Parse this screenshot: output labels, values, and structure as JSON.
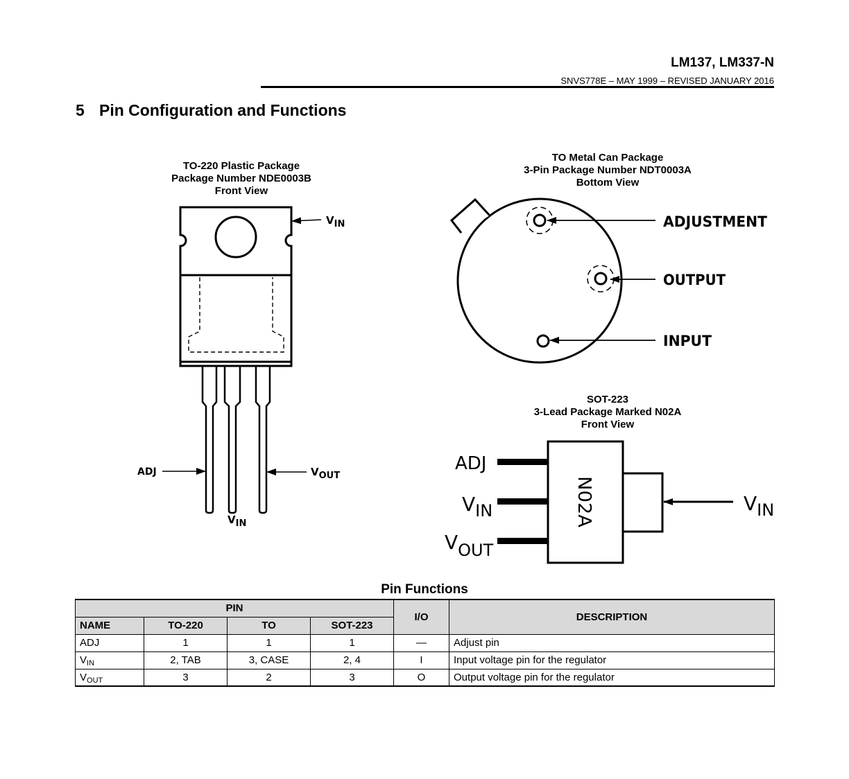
{
  "header": {
    "title": "LM137, LM337-N",
    "subtitle": "SNVS778E – MAY 1999 – REVISED JANUARY 2016"
  },
  "section": {
    "number": "5",
    "title": "Pin Configuration and Functions"
  },
  "to220": {
    "caption": [
      "TO-220 Plastic Package",
      "Package Number NDE0003B",
      "Front View"
    ],
    "labels": {
      "vin_tab": "V",
      "vin_tab_sub": "IN",
      "adj": "ADJ",
      "vout": "V",
      "vout_sub": "OUT",
      "vin_pin": "V",
      "vin_pin_sub": "IN"
    }
  },
  "to_can": {
    "caption": [
      "TO Metal Can Package",
      "3-Pin Package Number NDT0003A",
      "Bottom View"
    ],
    "labels": {
      "adjustment": "ADJUSTMENT",
      "output": "OUTPUT",
      "input": "INPUT"
    }
  },
  "sot223": {
    "caption": [
      "SOT-223",
      "3-Lead Package Marked N02A",
      "Front View"
    ],
    "marking": "N02A",
    "labels": {
      "adj": "ADJ",
      "vin": "V",
      "vin_sub": "IN",
      "vout": "V",
      "vout_sub": "OUT",
      "vin_tab": "V",
      "vin_tab_sub": "IN"
    }
  },
  "pin_functions": {
    "title": "Pin Functions",
    "headers": {
      "pin": "PIN",
      "io": "I/O",
      "description": "DESCRIPTION",
      "name": "NAME",
      "to220": "TO-220",
      "to": "TO",
      "sot223": "SOT-223"
    },
    "rows": [
      {
        "name": "ADJ",
        "name_sub": "",
        "to220": "1",
        "to": "1",
        "sot223": "1",
        "io": "—",
        "description": "Adjust pin"
      },
      {
        "name": "V",
        "name_sub": "IN",
        "to220": "2, TAB",
        "to": "3, CASE",
        "sot223": "2, 4",
        "io": "I",
        "description": "Input voltage pin for the regulator"
      },
      {
        "name": "V",
        "name_sub": "OUT",
        "to220": "3",
        "to": "2",
        "sot223": "3",
        "io": "O",
        "description": "Output voltage pin for the regulator"
      }
    ]
  }
}
